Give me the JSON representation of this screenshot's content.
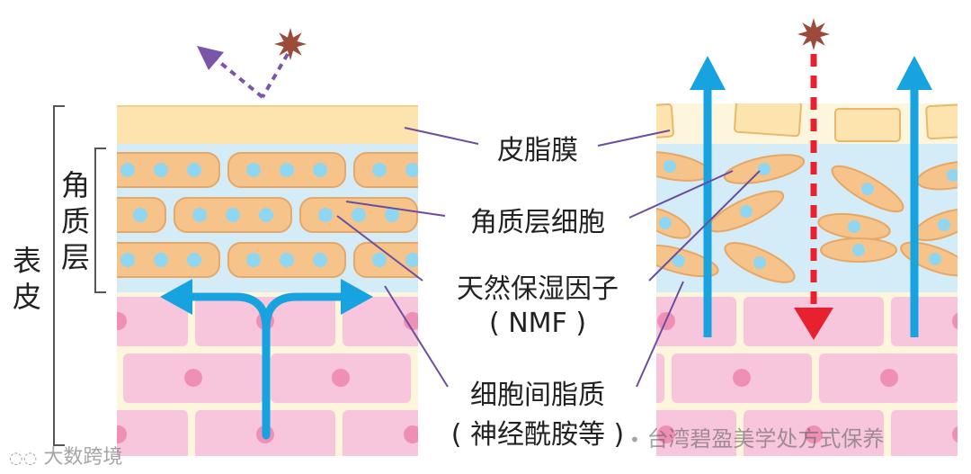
{
  "labels": {
    "epidermis": [
      "表",
      "皮"
    ],
    "stratum_corneum": [
      "角",
      "质",
      "层"
    ],
    "sebum_film": "皮脂膜",
    "corneocyte": "角质层细胞",
    "nmf_line1": "天然保湿因子",
    "nmf_line2": "( NMF )",
    "intercellular_lipid_line1": "细胞间脂质",
    "intercellular_lipid_line2": "( 神经酰胺等 )"
  },
  "watermarks": {
    "left": "大数跨境",
    "right": "台湾碧盈美学处方式保养"
  },
  "colors": {
    "sebum": "#fde3ad",
    "corneocyte_fill": "#f6c48a",
    "corneocyte_stroke": "#e7a765",
    "nucleus": "#8fd6f0",
    "intercellular": "#d3ecf7",
    "basal_cell": "#f7c6dd",
    "basal_nucleus": "#ef8fb6",
    "lipid_cream": "#fdf6dc",
    "arrow_blue": "#16a3e0",
    "arrow_red": "#e8212e",
    "dotted_purple": "#7a56a8",
    "spark": "#9c4a3a",
    "leader_line": "#6a4fa0"
  },
  "panels": {
    "left": "healthy skin barrier",
    "right": "damaged skin barrier"
  }
}
